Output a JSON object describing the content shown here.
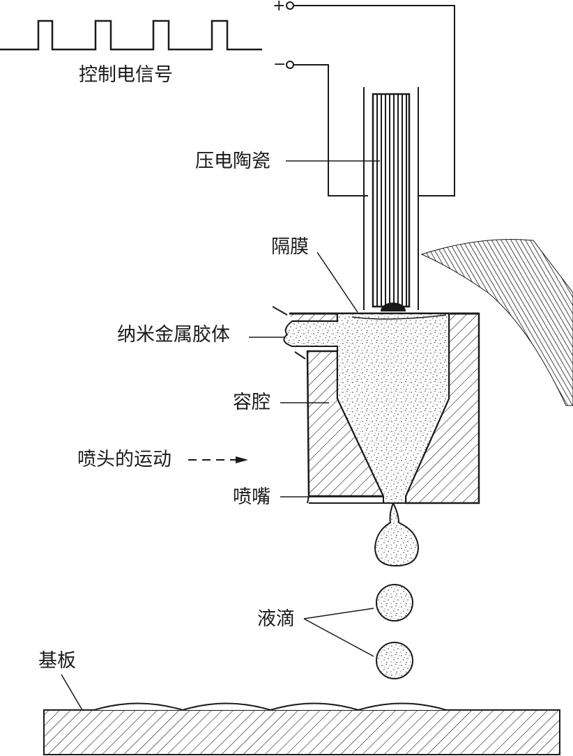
{
  "terminals": {
    "positive": "+",
    "negative": "−"
  },
  "labels": {
    "control_signal": "控制电信号",
    "piezo_ceramic": "压电陶瓷",
    "diaphragm": "隔膜",
    "nano_metal_colloid": "纳米金属胶体",
    "cavity": "容腔",
    "nozzle_motion": "喷头的运动",
    "nozzle": "喷嘴",
    "droplet": "液滴",
    "substrate": "基板"
  }
}
